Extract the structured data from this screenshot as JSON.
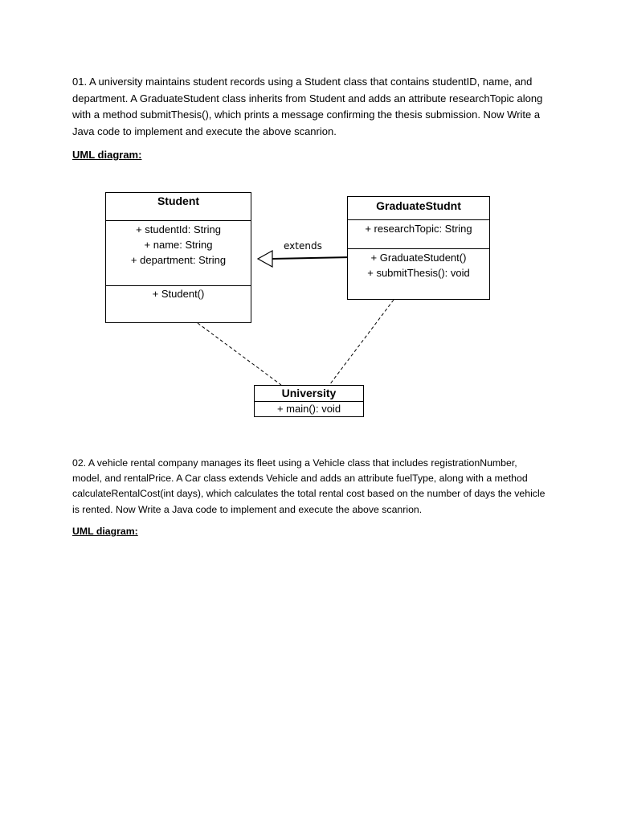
{
  "question1": {
    "text": "01. A university maintains student records using a Student class that contains studentID, name, and department. A GraduateStudent class inherits from Student and adds an attribute researchTopic along with a method submitThesis(), which prints a message confirming the thesis submission. Now Write a Java code to implement and execute the above scanrion.",
    "heading": "UML diagram:"
  },
  "diagram": {
    "student": {
      "name": "Student",
      "attributes": [
        "+ studentId: String",
        "+ name: String",
        "+ department: String"
      ],
      "operations": [
        "+ Student()"
      ]
    },
    "graduate": {
      "name": "GraduateStudnt",
      "attributes": [
        "+ researchTopic: String"
      ],
      "operations": [
        "+ GraduateStudent()",
        "+ submitThesis(): void"
      ]
    },
    "university": {
      "name": "University",
      "operations": [
        "+ main(): void"
      ]
    },
    "relation_label": "extends"
  },
  "question2": {
    "text": "02.  A vehicle rental company manages its fleet using a Vehicle class that includes registrationNumber, model, and rentalPrice. A Car class extends Vehicle and adds an attribute fuelType, along with a method calculateRentalCost(int days), which calculates the total rental cost based on the number of days the vehicle is rented. Now Write a Java code to implement and execute the above scanrion.",
    "heading": "UML diagram:"
  }
}
